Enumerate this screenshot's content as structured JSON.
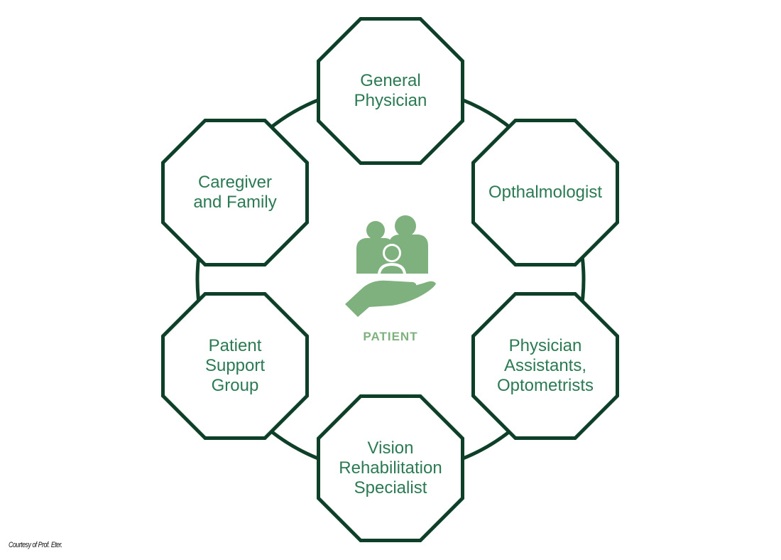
{
  "center": {
    "label": "PATIENT",
    "icon": "family-in-hand-icon"
  },
  "nodes": [
    {
      "id": "general-physician",
      "label": "General Physician",
      "lines": [
        "General",
        "Physician"
      ]
    },
    {
      "id": "opthalmologist",
      "label": "Opthalmologist",
      "lines": [
        "Opthalmologist"
      ]
    },
    {
      "id": "physician-assistants",
      "label": "Physician Assistants, Optometrists",
      "lines": [
        "Physician",
        "Assistants,",
        "Optometrists"
      ]
    },
    {
      "id": "vision-rehabilitation",
      "label": "Vision Rehabilitation Specialist",
      "lines": [
        "Vision",
        "Rehabilitation",
        "Specialist"
      ]
    },
    {
      "id": "patient-support-group",
      "label": "Patient Support Group",
      "lines": [
        "Patient",
        "Support",
        "Group"
      ]
    },
    {
      "id": "caregiver-family",
      "label": "Caregiver and Family",
      "lines": [
        "Caregiver",
        "and Family"
      ]
    }
  ],
  "credit": "Courtesy of Prof. Eter.",
  "colors": {
    "stroke": "#0e3f28",
    "text": "#2b7a53",
    "icon": "#7fb17e"
  }
}
